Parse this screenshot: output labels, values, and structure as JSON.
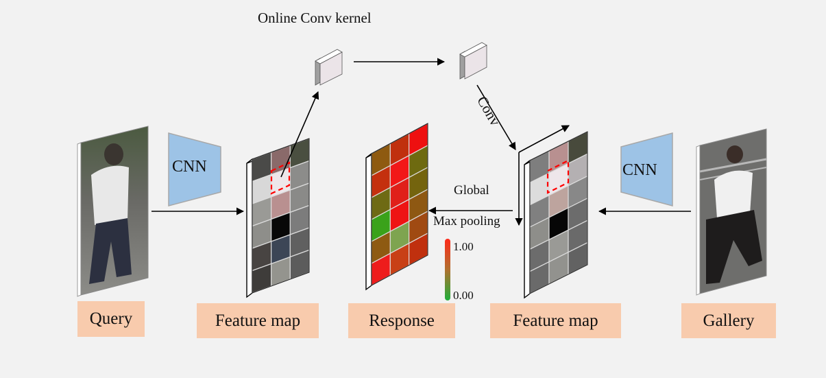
{
  "title_kernel": "Online Conv kernel",
  "conv_label": "Conv",
  "pool_label_1": "Global",
  "pool_label_2": "Max pooling",
  "cnn_left": "CNN",
  "cnn_right": "CNN",
  "colorbar": {
    "max": "1.00",
    "min": "0.00",
    "max_color": "#ff2a1a",
    "min_color": "#1fae3a"
  },
  "labels": {
    "query": "Query",
    "feature_map_left": "Feature map",
    "response": "Response",
    "feature_map_right": "Feature map",
    "gallery": "Gallery"
  },
  "colors": {
    "label_bg": "#f8cbad",
    "cnn_fill": "#9dc3e6",
    "highlight": "#ff0000"
  },
  "feature_map_left": [
    [
      "#4a4a48",
      "#8a6a6a",
      "#4a4f40"
    ],
    [
      "#d8d8d8",
      "#eee6ea",
      "#8c8c8a"
    ],
    [
      "#9a9a96",
      "#b99090",
      "#8a8a88"
    ],
    [
      "#8e8e8a",
      "#080808",
      "#7c7c7c"
    ],
    [
      "#484442",
      "#3c4656",
      "#606060"
    ],
    [
      "#3e3c3a",
      "#94948e",
      "#5c5c5c"
    ]
  ],
  "response_map": [
    [
      "#8e5a10",
      "#c0300e",
      "#ee1010"
    ],
    [
      "#c4300e",
      "#f21818",
      "#6e6a10"
    ],
    [
      "#6e6a14",
      "#e0201a",
      "#74640e"
    ],
    [
      "#3aa21a",
      "#ee1414",
      "#8e5812"
    ],
    [
      "#8e5a12",
      "#7ea450",
      "#a04a12"
    ],
    [
      "#ee1c1c",
      "#c84016",
      "#c0300e"
    ]
  ],
  "feature_map_right": [
    [
      "#7e7e7e",
      "#b89090",
      "#484a3c"
    ],
    [
      "#dcdcdc",
      "#eee6ea",
      "#b4b0b2"
    ],
    [
      "#808080",
      "#bda49e",
      "#888888"
    ],
    [
      "#8e8e8a",
      "#060606",
      "#6c6c6c"
    ],
    [
      "#6c6c6c",
      "#9a9a96",
      "#6a6a6a"
    ],
    [
      "#6a6a6a",
      "#92928e",
      "#626262"
    ]
  ]
}
